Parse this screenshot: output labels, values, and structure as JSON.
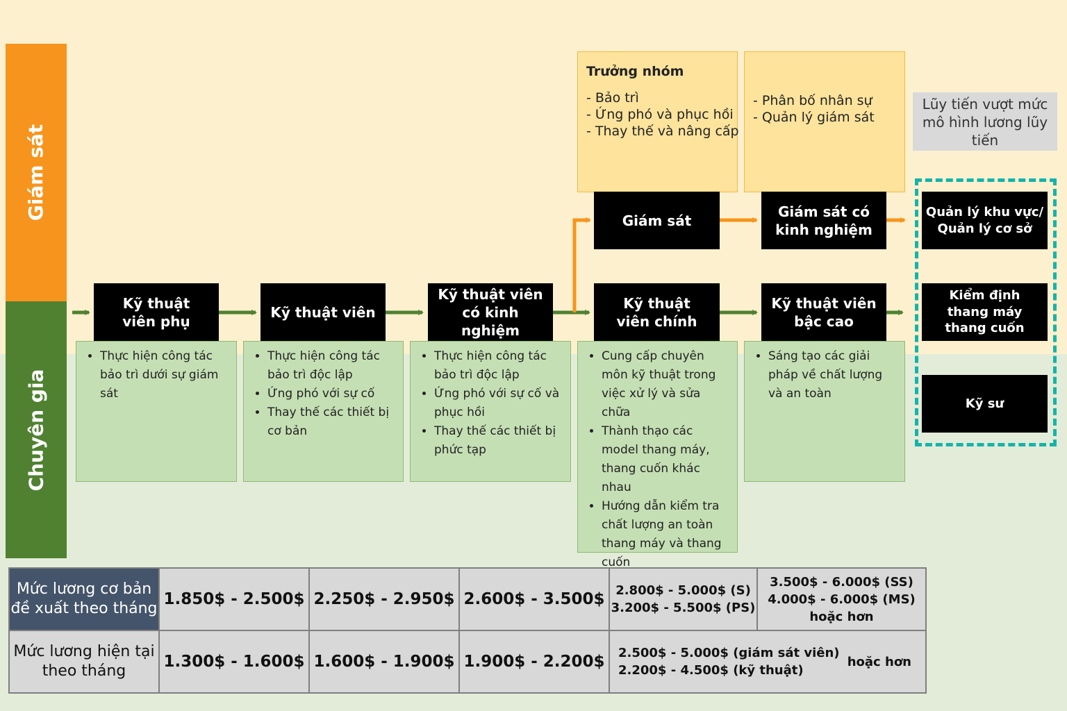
{
  "sidebar": {
    "supervision": "Giám sát",
    "expert": "Chuyên gia"
  },
  "supervision_track": {
    "blocks": [
      "Giám sát",
      "Giám sát có kinh nghiệm",
      "Quản lý khu vực/ Quản lý cơ sở"
    ],
    "team_lead": {
      "title": "Trưởng nhóm",
      "lines": [
        "- Bảo trì",
        "- Ứng phó và phục hồi",
        "- Thay thế và nâng cấp"
      ]
    },
    "senior_duties": [
      "- Phân bố nhân sự",
      "- Quản lý giám sát"
    ]
  },
  "progression_note": "Lũy tiến vượt mức mô hình lương lũy tiến",
  "expert_track": {
    "blocks": [
      "Kỹ thuật viên phụ",
      "Kỹ thuật viên",
      "Kỹ thuật viên có kinh nghiệm",
      "Kỹ thuật viên chính",
      "Kỹ thuật viên bậc cao"
    ],
    "beyond": [
      "Kiểm định thang máy thang cuốn",
      "Kỹ sư"
    ],
    "descriptions": [
      [
        "Thực hiện công tác bảo trì dưới sự giám sát"
      ],
      [
        "Thực hiện công tác bảo trì độc lập",
        "Ứng phó với sự cố",
        "Thay thế các thiết bị cơ bản"
      ],
      [
        "Thực hiện công tác bảo trì độc lập",
        "Ứng phó với sự cố và phục hồi",
        "Thay thế các thiết bị phức tạp"
      ],
      [
        "Cung cấp chuyên môn kỹ thuật trong việc xử lý và sửa chữa",
        "Thành thạo các model thang máy, thang cuốn khác nhau",
        "Hướng dẫn kiểm tra chất lượng an toàn thang máy và thang cuốn"
      ],
      [
        "Sáng tạo các giải pháp về chất lượng và an toàn"
      ]
    ]
  },
  "salary_table": {
    "proposed_label": "Mức lương cơ bản đề xuất theo tháng",
    "proposed": [
      "1.850$ - 2.500$",
      "2.250$ - 2.950$",
      "2.600$ - 3.500$",
      [
        "2.800$ - 5.000$ (S)",
        "3.200$ - 5.500$ (PS)"
      ],
      [
        "3.500$ - 6.000$ (SS)",
        "4.000$ - 6.000$ (MS)",
        "hoặc hơn"
      ]
    ],
    "current_label": "Mức lương hiện tại theo tháng",
    "current": [
      "1.300$ - 1.600$",
      "1.600$ - 1.900$",
      "1.900$ - 2.200$",
      [
        "2.500$ - 5.000$ (giám sát viên)",
        "2.200$ - 4.500$ (kỹ thuật)"
      ],
      "hoặc hơn"
    ]
  },
  "colors": {
    "supervision": "#f7941d",
    "expert": "#4f8131",
    "arrow_orange": "#f7941d",
    "arrow_green": "#4f8131",
    "dash": "#14b4a9",
    "table_header": "#44546a"
  }
}
